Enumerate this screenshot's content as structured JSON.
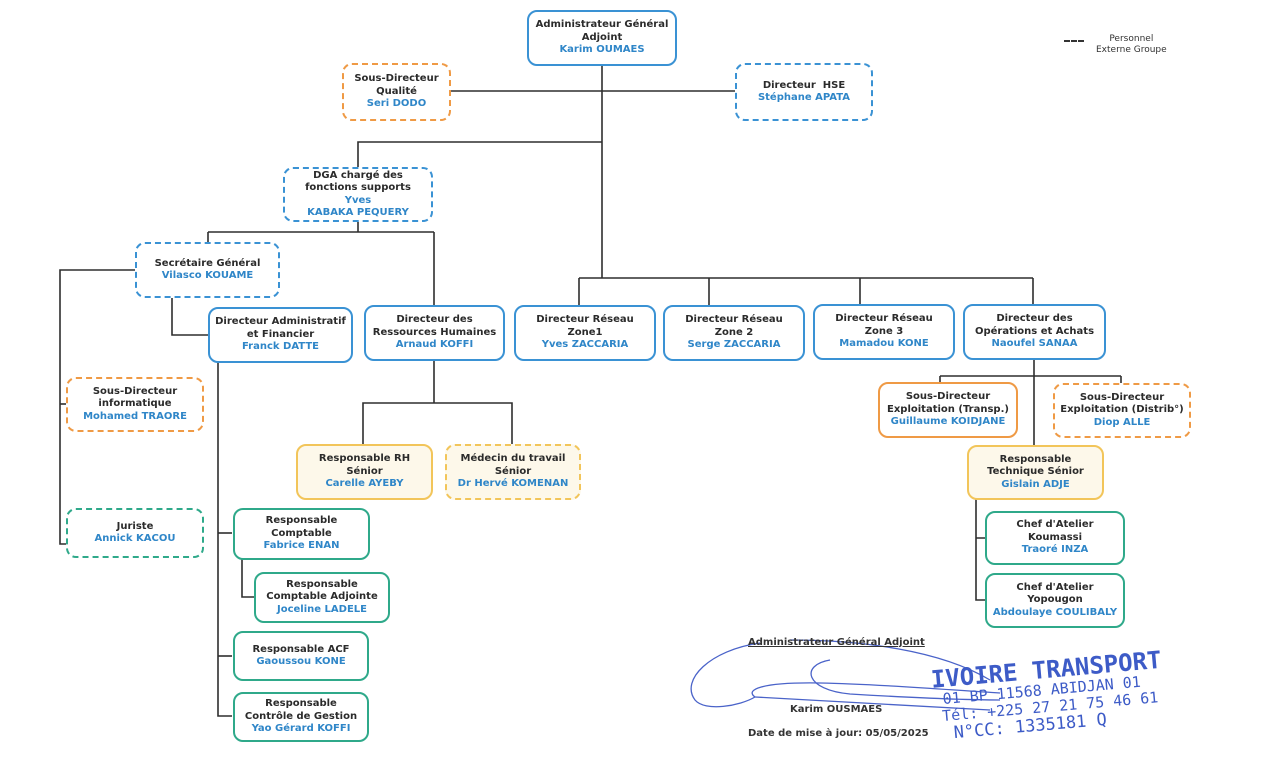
{
  "legend": {
    "line_style": "dashed",
    "label_line1": "Personnel",
    "label_line2": "Externe Groupe"
  },
  "colors": {
    "blue": "#3a92d4",
    "orange": "#ef9a45",
    "yellow": "#f2c55a",
    "green": "#2fa98a",
    "name_text": "#2f86c8",
    "stamp": "#3d5bc7"
  },
  "nodes": {
    "aga": {
      "title": [
        "Administrateur Général",
        "Adjoint"
      ],
      "name": "Karim OUMAES",
      "style": "blue"
    },
    "qualite": {
      "title": [
        "Sous-Directeur",
        "Qualité"
      ],
      "name": "Seri DODO",
      "style": "orange-dashed"
    },
    "hse": {
      "title": [
        "Directeur  HSE"
      ],
      "name": "Stéphane APATA",
      "style": "blue-dashed"
    },
    "dga": {
      "title": [
        "DGA chargé des",
        "fonctions supports"
      ],
      "name": [
        "Yves",
        "KABAKA PEQUERY"
      ],
      "style": "blue-dashed"
    },
    "sg": {
      "title": [
        "Secrétaire Général"
      ],
      "name": "Vilasco KOUAME",
      "style": "blue-dashed"
    },
    "daf": {
      "title": [
        "Directeur Administratif",
        "et Financier"
      ],
      "name": "Franck DATTE",
      "style": "blue"
    },
    "drh": {
      "title": [
        "Directeur des",
        "Ressources Humaines"
      ],
      "name": "Arnaud KOFFI",
      "style": "blue"
    },
    "zone1": {
      "title": [
        "Directeur Réseau",
        "Zone1"
      ],
      "name": "Yves ZACCARIA",
      "style": "blue"
    },
    "zone2": {
      "title": [
        "Directeur Réseau",
        "Zone 2"
      ],
      "name": "Serge ZACCARIA",
      "style": "blue"
    },
    "zone3": {
      "title": [
        "Directeur Réseau",
        "Zone 3"
      ],
      "name": "Mamadou KONE",
      "style": "blue"
    },
    "doa": {
      "title": [
        "Directeur des",
        "Opérations et Achats"
      ],
      "name": "Naoufel SANAA",
      "style": "blue"
    },
    "info": {
      "title": [
        "Sous-Directeur",
        "informatique"
      ],
      "name": "Mohamed TRAORE",
      "style": "orange-dashed"
    },
    "juriste": {
      "title": [
        "Juriste"
      ],
      "name": "Annick KACOU",
      "style": "green-dashed"
    },
    "rh_senior": {
      "title": [
        "Responsable RH",
        "Sénior"
      ],
      "name": "Carelle AYEBY",
      "style": "yellow"
    },
    "medecin": {
      "title": [
        "Médecin du travail",
        "Sénior"
      ],
      "name": "Dr Hervé KOMENAN",
      "style": "yellow-dashed"
    },
    "compta": {
      "title": [
        "Responsable",
        "Comptable"
      ],
      "name": "Fabrice ENAN",
      "style": "green"
    },
    "compta_adj": {
      "title": [
        "Responsable",
        "Comptable Adjointe"
      ],
      "name": "Joceline LADELE",
      "style": "green"
    },
    "acf": {
      "title": [
        "Responsable ACF"
      ],
      "name": "Gaoussou KONE",
      "style": "green"
    },
    "cdg": {
      "title": [
        "Responsable",
        "Contrôle de Gestion"
      ],
      "name": "Yao Gérard KOFFI",
      "style": "green"
    },
    "expl_transp": {
      "title": [
        "Sous-Directeur",
        "Exploitation (Transp.)"
      ],
      "name": "Guillaume KOIDJANE",
      "style": "orange"
    },
    "expl_distrib": {
      "title": [
        "Sous-Directeur",
        "Exploitation (Distrib°)"
      ],
      "name": "Diop ALLE",
      "style": "orange-dashed"
    },
    "tech_senior": {
      "title": [
        "Responsable",
        "Technique Sénior"
      ],
      "name": "Gislain ADJE",
      "style": "yellow"
    },
    "atelier_koumassi": {
      "title": [
        "Chef d'Atelier",
        "Koumassi"
      ],
      "name": "Traoré INZA",
      "style": "green"
    },
    "atelier_yopougon": {
      "title": [
        "Chef d'Atelier",
        "Yopougon"
      ],
      "name": "Abdoulaye COULIBALY",
      "style": "green"
    }
  },
  "signature": {
    "title": "Administrateur Général Adjoint",
    "name": "Karim OUSMAES",
    "date_label": "Date de mise à jour: 05/05/2025"
  },
  "stamp": {
    "company": "IVOIRE TRANSPORT",
    "address": "01 BP 11568 ABIDJAN 01",
    "phone": "Tél: +225 27 21 75 46 61",
    "cc": "N°CC: 1335181 Q"
  }
}
